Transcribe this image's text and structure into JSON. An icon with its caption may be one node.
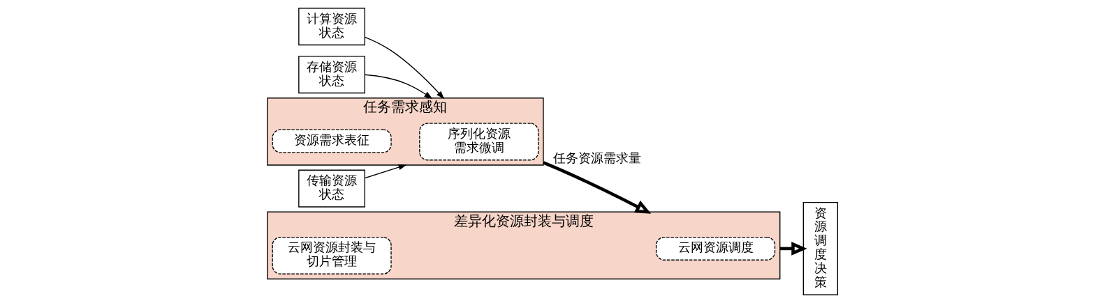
{
  "diagram": {
    "nodes": [
      {
        "text": [
          "存储资源状态"
        ]
      },
      {
        "text": [
          "传输资源状态"
        ]
      },
      {
        "text": [
          "计算资源状态"
        ]
      },
      {
        "text": [
          "任务需求感知"
        ]
      },
      {
        "text": [
          "资源需求表征"
        ],
        "in": 3
      },
      {
        "text": [
          "序列化资源需求微调"
        ],
        "in": 3
      },
      {
        "text": [
          "差异化资源封装与调度"
        ]
      },
      {
        "text": [
          "云网资源封装与切片管理"
        ],
        "in": 6
      },
      {
        "text": [
          "云网资源调度"
        ],
        "in": 6
      },
      {
        "text": [
          "资源调度决策"
        ]
      }
    ],
    "edges": [
      {
        "from": 0,
        "to": 3,
        "arrow": "to"
      },
      {
        "from": 1,
        "to": 3,
        "arrow": "to"
      },
      {
        "from": 2,
        "to": 3,
        "arrow": "to"
      },
      {
        "from": 3,
        "to": 6,
        "arrow": "to",
        "label": "任务资源需求量",
        "style": "thick"
      },
      {
        "from": 6,
        "to": 9,
        "arrow": "to",
        "style": "thick"
      }
    ]
  }
}
